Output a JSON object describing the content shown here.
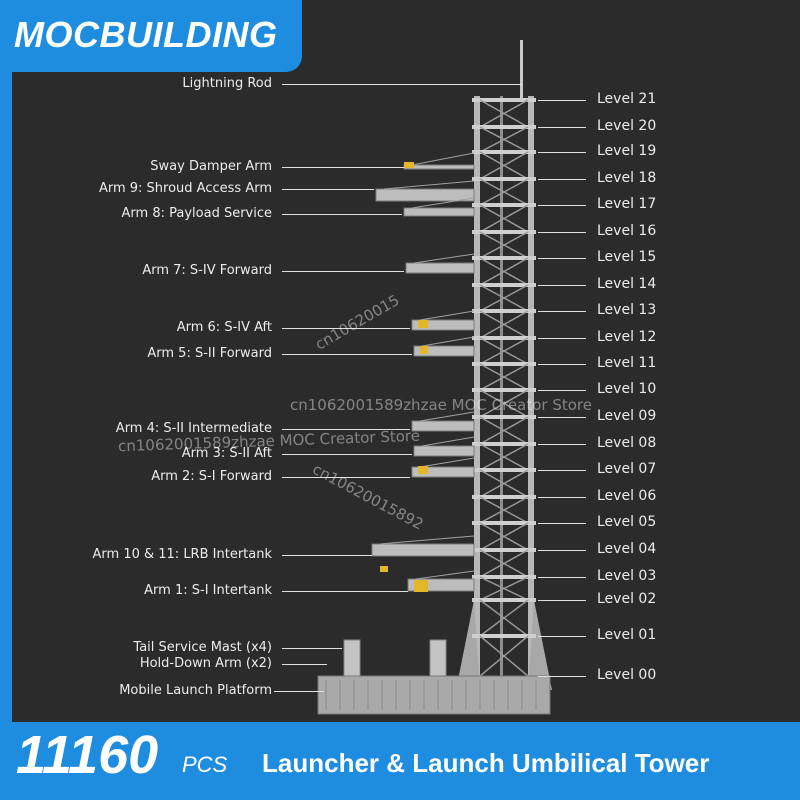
{
  "brand": {
    "name": "MOCBUILDING",
    "color": "#1e8de0"
  },
  "product": {
    "piece_count": "11160",
    "piece_unit": "PCS",
    "title": "Launcher & Launch Umbilical Tower"
  },
  "watermark": {
    "text": "cn1062001589zhzae MOC Creator Store",
    "fragment_a": "cn10620015",
    "fragment_b": "cn10620015892"
  },
  "left_labels": [
    "Lightning Rod",
    "Sway Damper Arm",
    "Arm 9: Shroud Access Arm",
    "Arm 8: Payload Service",
    "Arm 7: S-IV Forward",
    "Arm 6: S-IV Aft",
    "Arm 5: S-II Forward",
    "Arm 4: S-II Intermediate",
    "Arm 3: S-II Aft",
    "Arm 2: S-I Forward",
    "Arm 10 & 11: LRB Intertank",
    "Arm 1: S-I Intertank",
    "Tail Service Mast (x4)",
    "Hold-Down Arm (x2)",
    "Mobile Launch Platform"
  ],
  "level_labels": [
    "Level 21",
    "Level 20",
    "Level 19",
    "Level 18",
    "Level 17",
    "Level 16",
    "Level 15",
    "Level 14",
    "Level 13",
    "Level 12",
    "Level 11",
    "Level 10",
    "Level 09",
    "Level 08",
    "Level 07",
    "Level 06",
    "Level 05",
    "Level 04",
    "Level 03",
    "Level 02",
    "Level 01",
    "Level 00"
  ]
}
